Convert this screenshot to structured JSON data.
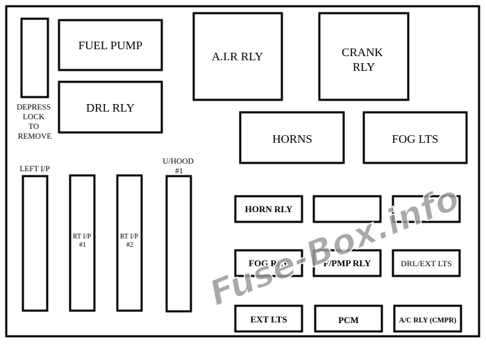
{
  "labels": {
    "fuel_pump": "FUEL PUMP",
    "drl_rly": "DRL RLY",
    "air_rly": "A.I.R RLY",
    "crank_rly": [
      "CRANK",
      "RLY"
    ],
    "horns": "HORNS",
    "fog_lts": "FOG LTS",
    "depress_lock": [
      "DEPRESS",
      "LOCK",
      "TO",
      "REMOVE"
    ],
    "left_ip": "LEFT I/P",
    "uhood": [
      "U/HOOD",
      "#1"
    ],
    "rt_ip_1": [
      "RT I/P",
      "#1"
    ],
    "rt_ip_2": [
      "RT I/P",
      "#2"
    ],
    "horn_rly": "HORN RLY",
    "fog_rly": "FOG RLY",
    "fpmp_rly": "F/PMP RLY",
    "drl_ext_lts": "DRL/EXT LTS",
    "ext_lts": "EXT LTS",
    "pcm": "PCM",
    "ac_rly": "A/C RLY (CMPR)"
  },
  "watermark": "Fuse-Box.info",
  "colors": {
    "line": "#000000",
    "background": "#ffffff",
    "watermark": "#9a9a9a"
  }
}
